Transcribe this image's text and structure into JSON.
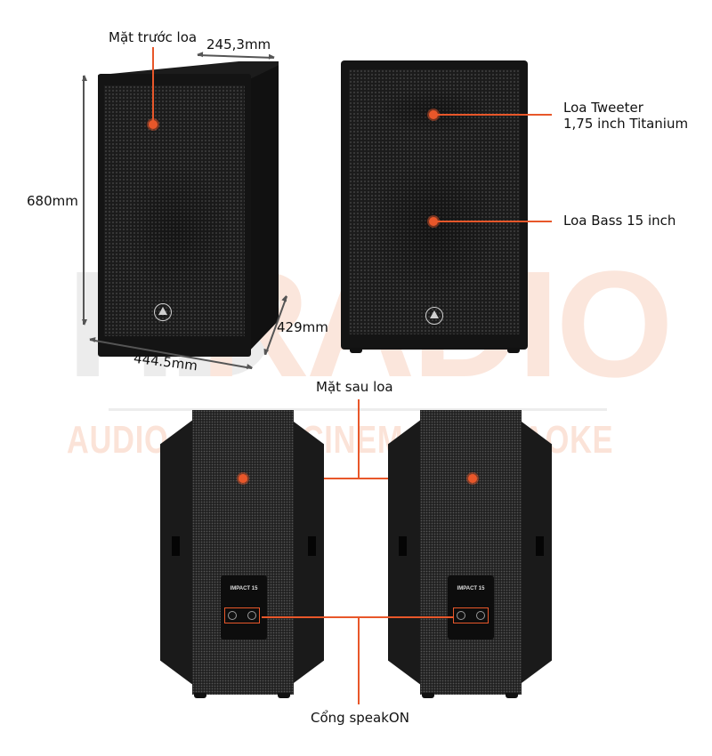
{
  "watermark": {
    "brand_left": "HD",
    "brand_right": "RADIO",
    "tagline": "AUDIO - HOME CINEMA - KARAOKE",
    "colors": {
      "gray": "#ececec",
      "peach": "#fbe6dc"
    }
  },
  "front_view": {
    "title": "Mặt trước loa",
    "dimensions": {
      "depth": "245,3mm",
      "height": "680mm",
      "width": "444.5mm",
      "side_depth": "429mm"
    }
  },
  "front_callouts": [
    {
      "label_line1": "Loa Tweeter",
      "label_line2": "1,75 inch Titanium"
    },
    {
      "label_line1": "Loa Bass 15 inch"
    }
  ],
  "back_view": {
    "title": "Mặt sau loa",
    "plate_model": "IMPACT 15",
    "connector_label": "Cổng speakON"
  },
  "colors": {
    "accent": "#e8572a",
    "cabinet": "#141414",
    "dimension_line": "#555555"
  }
}
